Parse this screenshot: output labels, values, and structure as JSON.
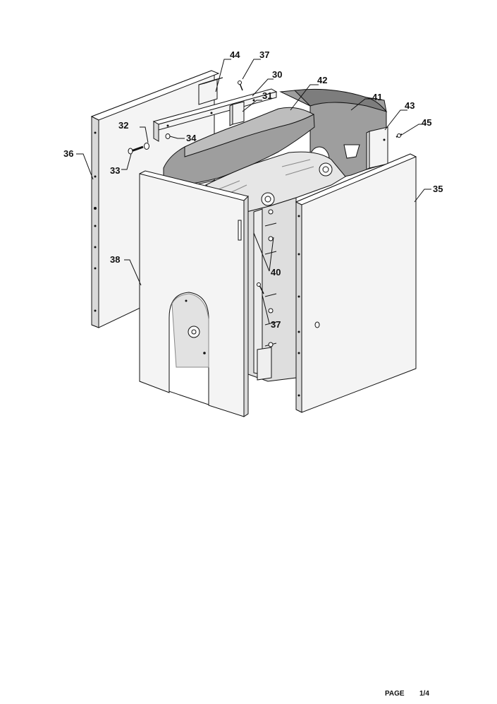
{
  "colors": {
    "panel_fill": "#f4f4f4",
    "panel_side": "#d9d9d9",
    "insulation_fill": "#9e9e9e",
    "insulation_dark": "#7d7d7d",
    "line": "#111111",
    "background": "#ffffff"
  },
  "callouts": [
    {
      "id": "c44",
      "label": "44"
    },
    {
      "id": "c37a",
      "label": "37"
    },
    {
      "id": "c30",
      "label": "30"
    },
    {
      "id": "c42",
      "label": "42"
    },
    {
      "id": "c31",
      "label": "31"
    },
    {
      "id": "c41",
      "label": "41"
    },
    {
      "id": "c43",
      "label": "43"
    },
    {
      "id": "c32",
      "label": "32"
    },
    {
      "id": "c45",
      "label": "45"
    },
    {
      "id": "c34",
      "label": "34"
    },
    {
      "id": "c36",
      "label": "36"
    },
    {
      "id": "c33",
      "label": "33"
    },
    {
      "id": "c35",
      "label": "35"
    },
    {
      "id": "c38",
      "label": "38"
    },
    {
      "id": "c40",
      "label": "40"
    },
    {
      "id": "c37b",
      "label": "37"
    }
  ],
  "footer": {
    "page_label": "PAGE",
    "page_number": "1/4"
  }
}
